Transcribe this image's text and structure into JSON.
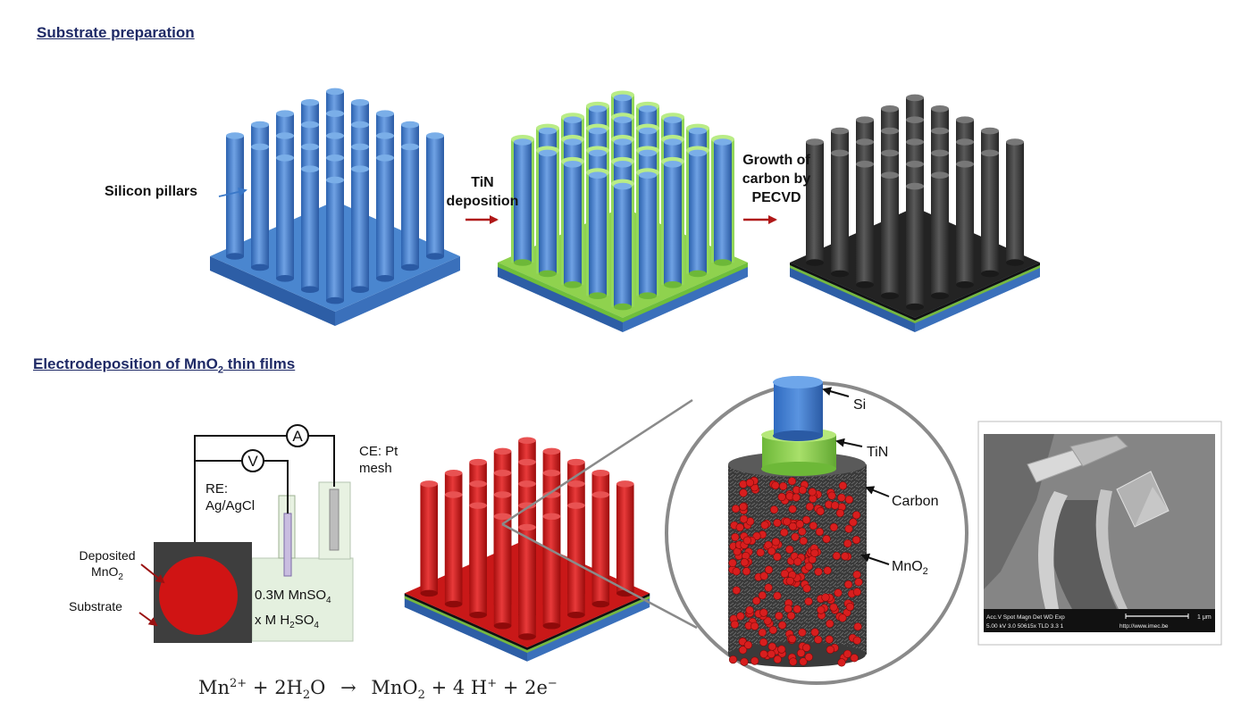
{
  "sections": {
    "substrate_title": "Substrate preparation",
    "electro_title_prefix": "Electrodeposition  of MnO",
    "electro_title_sub": "2",
    "electro_title_suffix": " thin films"
  },
  "top_row": {
    "silicon_label": "Silicon pillars",
    "step1_line1": "TiN",
    "step1_line2": "deposition",
    "step2_line1": "Growth of",
    "step2_line2": "carbon by",
    "step2_line3": "PECVD"
  },
  "cell": {
    "ammeter": "A",
    "voltmeter": "V",
    "ce_line1": "CE: Pt",
    "ce_line2": "mesh",
    "re_line1": "RE:",
    "re_line2": "Ag/AgCl",
    "deposited_line1": "Deposited",
    "deposited_line2_prefix": "MnO",
    "deposited_line2_sub": "2",
    "substrate": "Substrate",
    "electrolyte_line1": "0.3M MnSO",
    "electrolyte_line1_sub": "4",
    "electrolyte_line2": "x M H",
    "electrolyte_line2_sub1": "2",
    "electrolyte_line2_mid": "SO",
    "electrolyte_line2_sub2": "4"
  },
  "zoom": {
    "si": "Si",
    "tin": "TiN",
    "carbon": "Carbon",
    "mno2_prefix": "MnO",
    "mno2_sub": "2"
  },
  "sem": {
    "info_line1": "Acc.V  Spot Magn    Det  WD  Exp",
    "info_line2": "5.00 kV 3.0  50615x  TLD  3.3   1",
    "url": "http://www.imec.be",
    "scale": "1 μm"
  },
  "equation": {
    "mn": "Mn",
    "mn_charge": "2+",
    "plus1": "+",
    "water_coef": "2H",
    "water_sub": "2",
    "water_o": "O",
    "arrow": "→",
    "product": "MnO",
    "product_sub": "2",
    "plus2": "+",
    "proton_coef": "4 H",
    "proton_charge": "+",
    "plus3": "+",
    "electron": "2e",
    "electron_charge": "−"
  },
  "colors": {
    "silicon_blue": "#3a78c8",
    "tin_green": "#8ed04a",
    "carbon_black": "#2b2b2b",
    "mno2_red": "#cc1a1a",
    "title_navy": "#1f2a66",
    "arrow_red": "#b01818"
  }
}
